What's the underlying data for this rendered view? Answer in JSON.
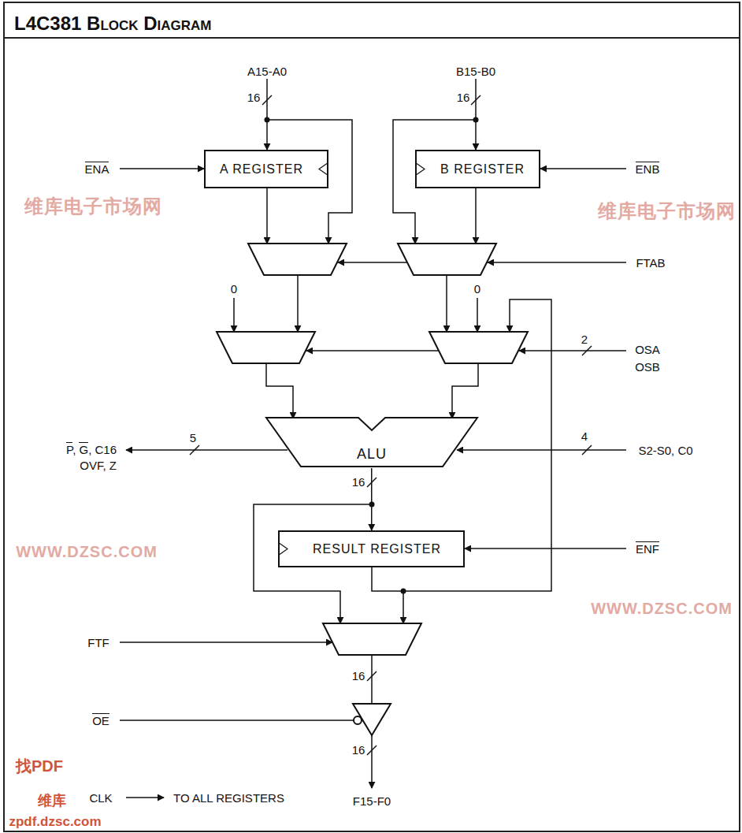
{
  "diagram": {
    "title": "L4C381 Block Diagram",
    "nodes": [
      {
        "text": [
          "A REGISTER"
        ]
      },
      {
        "text": [
          "B REGISTER"
        ]
      },
      {
        "text": [
          "ALU"
        ]
      },
      {
        "text": [
          "RESULT REGISTER"
        ]
      }
    ],
    "edges": [
      {
        "from": 2,
        "to": 3,
        "arrow": "to"
      }
    ],
    "labels": [
      "A15-A0",
      "16",
      "B15-B0",
      "16",
      "ENA",
      "ENB",
      "FTAB",
      "0",
      "0",
      "2",
      "OSA",
      "OSB",
      "P, G, C16",
      "OVF, Z",
      "5",
      "4",
      "S2-S0, C0",
      "16",
      "ENF",
      "FTF",
      "16",
      "OE",
      "16",
      "CLK",
      "TO ALL REGISTERS",
      "F15-F0",
      "维库电子市场网",
      "维库电子市场网",
      "WWW.DZSC.COM",
      "WWW.DZSC.COM",
      "找PDF",
      "维库",
      "zpdf.dzsc.com"
    ]
  }
}
